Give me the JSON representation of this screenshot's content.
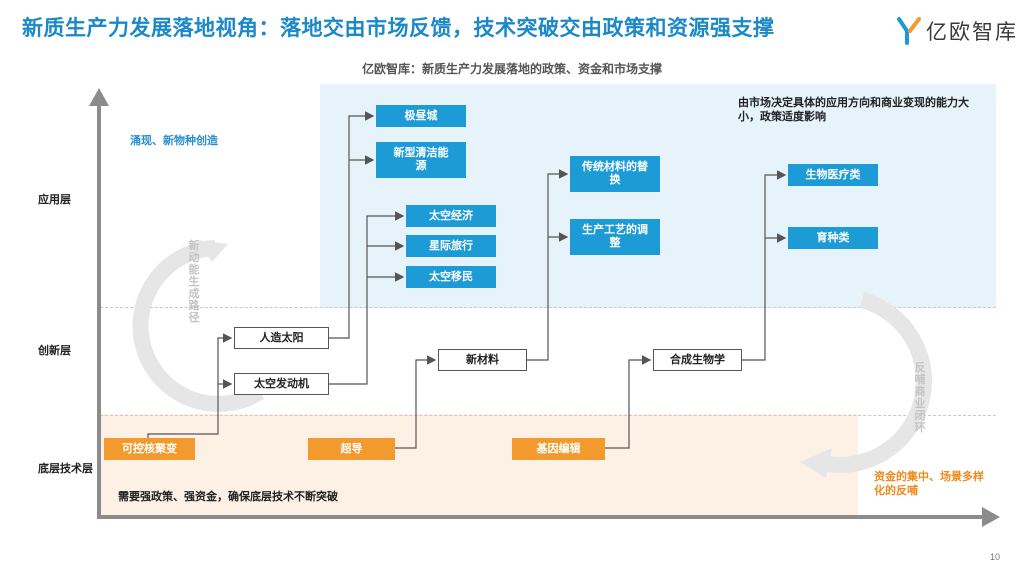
{
  "title": "新质生产力发展落地视角：落地交由市场反馈，技术突破交由政策和资源强支撑",
  "logo_text": "亿欧智库",
  "subtitle": "亿欧智库：新质生产力发展落地的政策、资金和市场支撑",
  "layers": {
    "application": "应用层",
    "innovation": "创新层",
    "base": "底层技术层"
  },
  "notes": {
    "emerge": "涌现、新物种创造",
    "market": "由市场决定具体的应用方向和商业变现的能力大小，政策适度影响",
    "policy": "需要强政策、强资金，确保底层技术不断突破",
    "feedback": "资金的集中、场景多样化的反哺"
  },
  "arcs": {
    "left": "新动能生成路径",
    "right": "反哺商业闭环"
  },
  "boxes": {
    "fusion": "可控核聚变",
    "superconduct": "超导",
    "gene_edit": "基因编辑",
    "artificial_sun": "人造太阳",
    "space_engine": "太空发动机",
    "new_material": "新材料",
    "synthetic_bio": "合成生物学",
    "polar_city": "极昼城",
    "clean_energy": "新型清洁能源",
    "space_economy": "太空经济",
    "star_travel": "星际旅行",
    "space_migration": "太空移民",
    "traditional_material": "传统材料的替换",
    "process_adjust": "生产工艺的调整",
    "biomedical": "生物医疗类",
    "breeding": "育种类"
  },
  "page_number": "10"
}
